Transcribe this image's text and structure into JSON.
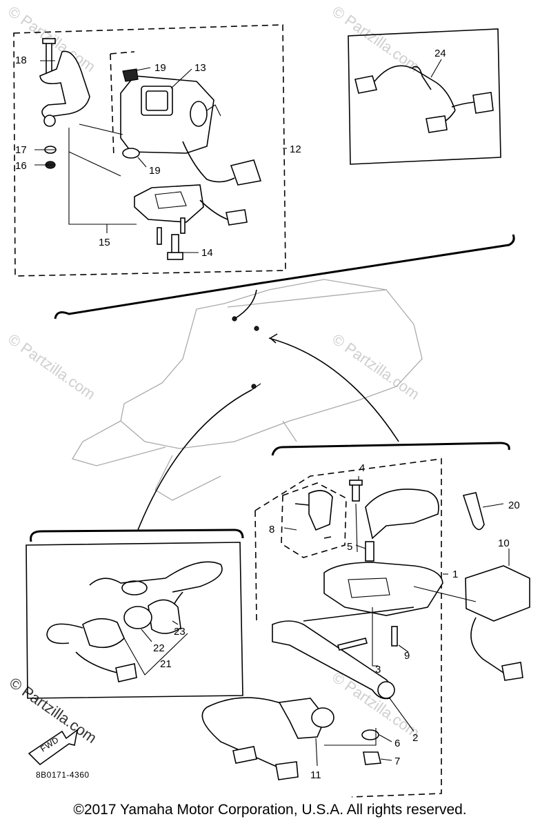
{
  "diagram": {
    "callouts": {
      "c1": "1",
      "c2": "2",
      "c3": "3",
      "c4": "4",
      "c5": "5",
      "c6": "6",
      "c7": "7",
      "c8": "8",
      "c9": "9",
      "c10": "10",
      "c11": "11",
      "c12": "12",
      "c13": "13",
      "c14": "14",
      "c15": "15",
      "c16": "16",
      "c17": "17",
      "c18": "18",
      "c19a": "19",
      "c19b": "19",
      "c20": "20",
      "c21": "21",
      "c22": "22",
      "c23": "23",
      "c24": "24"
    },
    "drawing_code": "8B0171-4360",
    "fwd_label": "FWD",
    "watermark": "© Partzilla.com",
    "watermark_bottom": "© Partzilla.com"
  },
  "footer": {
    "copyright": "©2017  Yamaha Motor Corporation, U.S.A. All rights reserved."
  }
}
